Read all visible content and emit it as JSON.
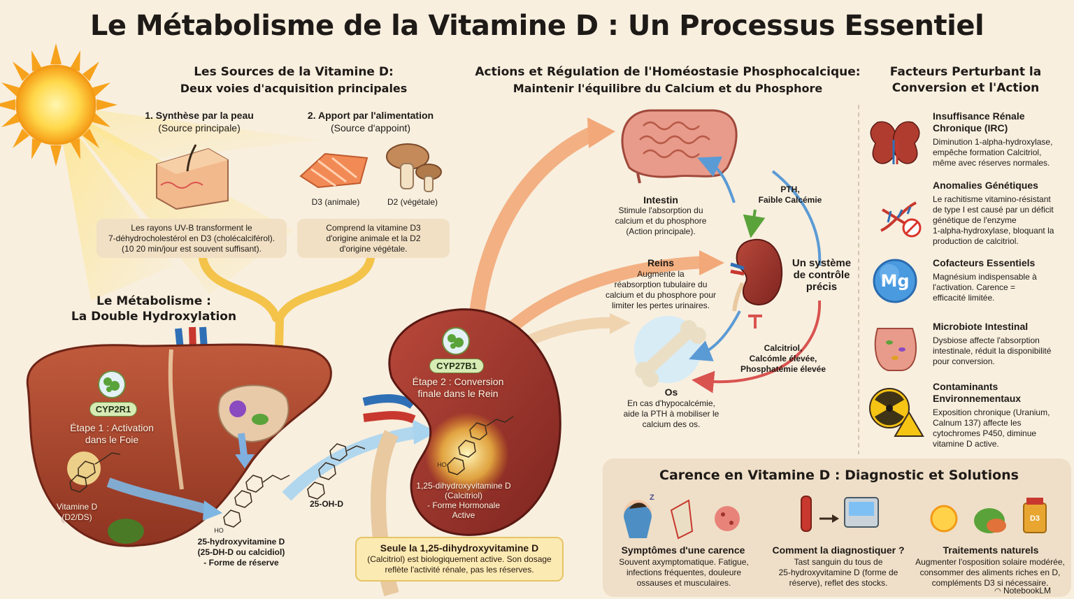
{
  "title": "Le Métabolisme de la Vitamine D : Un Processus Essentiel",
  "sources": {
    "heading": "Les Sources de la Vitamine D:",
    "subheading": "Deux voies d'acquisition principales",
    "skin": {
      "title": "1. Synthèse par la peau",
      "subtitle": "(Source principale)",
      "note_lines": [
        "Les rayons UV-B transforment le",
        "7-déhydrocholestérol en D3 (cholécalciférol).",
        "(10 20 min/jour est souvent suffisant)."
      ]
    },
    "food": {
      "title": "2. Apport par l'alimentation",
      "subtitle": "(Source d'appoint)",
      "fish_label": "D3 (animale)",
      "mushroom_label": "D2 (végétale)",
      "note_lines": [
        "Comprend la vitamine D3",
        "d'origine animale et la D2",
        "d'origine végétale."
      ]
    }
  },
  "metabolism": {
    "heading_line1": "Le Métabolisme :",
    "heading_line2": "La Double Hydroxylation",
    "liver": {
      "enzyme": "CYP2R1",
      "step_line1": "Étape 1 : Activation",
      "step_line2": "dans le Foie",
      "vitd_line1": "Vitamine D",
      "vitd_line2": "(D2/DS)"
    },
    "calcidiol": {
      "line1": "25-hydroxyvitamine D",
      "line2": "(25-DH-D ou calcidiol)",
      "line3": "- Forme de réserve",
      "ho": "HO",
      "short": "25-OH-D"
    },
    "kidney": {
      "enzyme": "CYP27B1",
      "step_line1": "Étape 2 : Conversion",
      "step_line2": "finale dans le Rein",
      "ho": "HO",
      "calcitriol_lines": [
        "1,25-dihydroxyvitamine D",
        "(Calcitriol)",
        "- Forme Hormonale",
        "Active"
      ]
    },
    "note": {
      "title": "Seule la 1,25-dihydroxyvitamine D",
      "line1": "(Calcitriol) est biologiquement active. Son dosage",
      "line2": "reflète l'activité rénale, pas les réserves."
    }
  },
  "actions": {
    "heading": "Actions et Régulation de l'Homéostasie Phosphocalcique:",
    "subheading": "Maintenir l'équilibre du Calcium et du Phosphore",
    "intestine": {
      "title": "Intestin",
      "lines": [
        "Stimule l'absorption du",
        "calcium et du phosphore",
        "(Action principale)."
      ]
    },
    "kidneys": {
      "title": "Reins",
      "lines": [
        "Augmente la",
        "réabsorption tubulaire du",
        "calcium et du phosphore pour",
        "limiter les pertes urinaires."
      ]
    },
    "bone": {
      "title": "Os",
      "lines": [
        "En cas d'hypocalcémie,",
        "aide la PTH à mobiliser le",
        "calcium des os."
      ]
    },
    "pth_lines": [
      "PTH,",
      "Faible Calcémie"
    ],
    "control_lines": [
      "Un système",
      "de contrôle",
      "précis"
    ],
    "feedback_lines": [
      "Calcitriol,",
      "Calcómle élevée,",
      "Phosphatémie élevée"
    ]
  },
  "factors": {
    "heading_line1": "Facteurs Perturbant la",
    "heading_line2": "Conversion et l'Action",
    "items": [
      {
        "icon": "kidney-icon",
        "title_lines": [
          "Insuffisance Rénale",
          "Chronique (IRC)"
        ],
        "text_lines": [
          "Diminution 1-alpha-hydroxylase,",
          "empêche formation Calcitriol,",
          "même avec réserves normales."
        ]
      },
      {
        "icon": "dna-icon",
        "title_lines": [
          "Anomalies Génétiques"
        ],
        "text_lines": [
          "Le rachitisme vitamino-résistant",
          "de type I est causé par un déficit",
          "génétique de l'enzyme",
          "1-alpha-hydroxylase, bloquant la",
          "production de calcitriol."
        ]
      },
      {
        "icon": "magnesium-icon",
        "icon_text": "Mg",
        "title_lines": [
          "Cofacteurs Essentiels"
        ],
        "text_lines": [
          "Magnésium indispensable à",
          "l'activation. Carence =",
          "efficacité limitée."
        ]
      },
      {
        "icon": "intestine-icon",
        "title_lines": [
          "Microbiote Intestinal"
        ],
        "text_lines": [
          "Dysbiose affecte l'absorption",
          "intestinale, réduit la disponibilité",
          "pour conversion."
        ]
      },
      {
        "icon": "radiation-icon",
        "title_lines": [
          "Contaminants",
          "Environnementaux"
        ],
        "text_lines": [
          "Exposition chronique (Uranium,",
          "Calnum 137) affecte les",
          "cytochromes P450, diminue",
          "vitamine D active."
        ]
      }
    ]
  },
  "deficiency": {
    "heading": "Carence en Vitamine D : Diagnostic et Solutions",
    "symptoms": {
      "title": "Symptômes d'une carence",
      "lines": [
        "Souvent axymptomatique. Fatigue,",
        "infections fréquentes, douleure",
        "ossauses et musculaires."
      ],
      "zz": "Z"
    },
    "diagnosis": {
      "title": "Comment la diagnostiquer ?",
      "lines": [
        "Tast sanguin du tous de",
        "25-hydroxyvitamine D (forme de",
        "réserve), reflet des stocks."
      ]
    },
    "treatment": {
      "title": "Traitements naturels",
      "lines": [
        "Augmenter l'osposition solaire modérée,",
        "consommer des aliments riches en D,",
        "compléments D3 si nécessaire."
      ],
      "bottle_label": "D3"
    }
  },
  "footer": {
    "brand": "NotebookLM"
  },
  "colors": {
    "background": "#f8efdf",
    "liver": "#a8452c",
    "kidney": "#9a2f25",
    "arrow_orange": "#f0a06a",
    "arrow_blue": "#5b9bd5",
    "arrow_red": "#d9534f",
    "enzyme_badge": "#d7ebb4",
    "note_box": "#f1e0c4"
  }
}
